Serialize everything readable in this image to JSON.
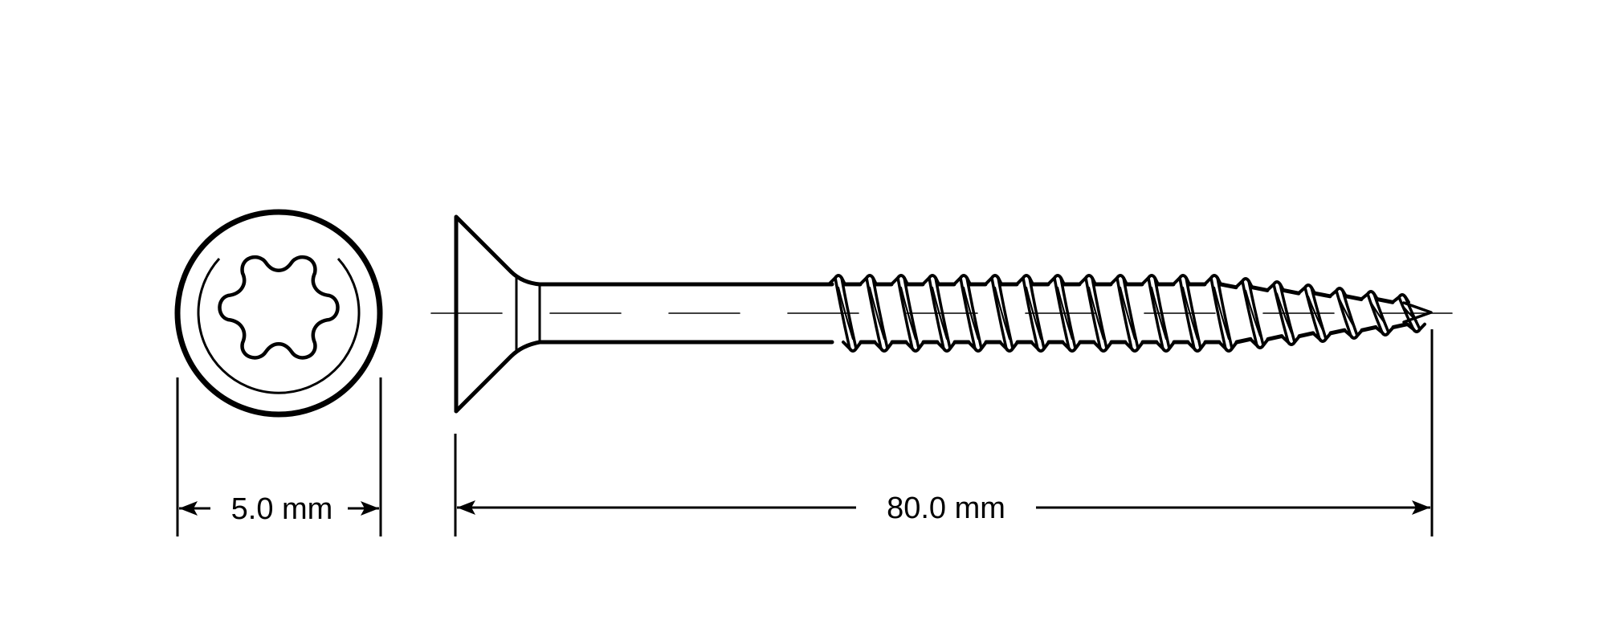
{
  "diagram": {
    "subject": "Countersunk Torx wood screw technical drawing",
    "views": {
      "end_view": {
        "label": "head-end-view",
        "drive": "torx-6-lobe"
      },
      "side_view": {
        "label": "side-profile-view"
      }
    },
    "dimensions": {
      "diameter": {
        "value": "5.0",
        "unit": "mm",
        "text": "5.0 mm"
      },
      "length": {
        "value": "80.0",
        "unit": "mm",
        "text": "80.0 mm"
      }
    },
    "colors": {
      "line": "#000000",
      "background": "#ffffff"
    }
  }
}
